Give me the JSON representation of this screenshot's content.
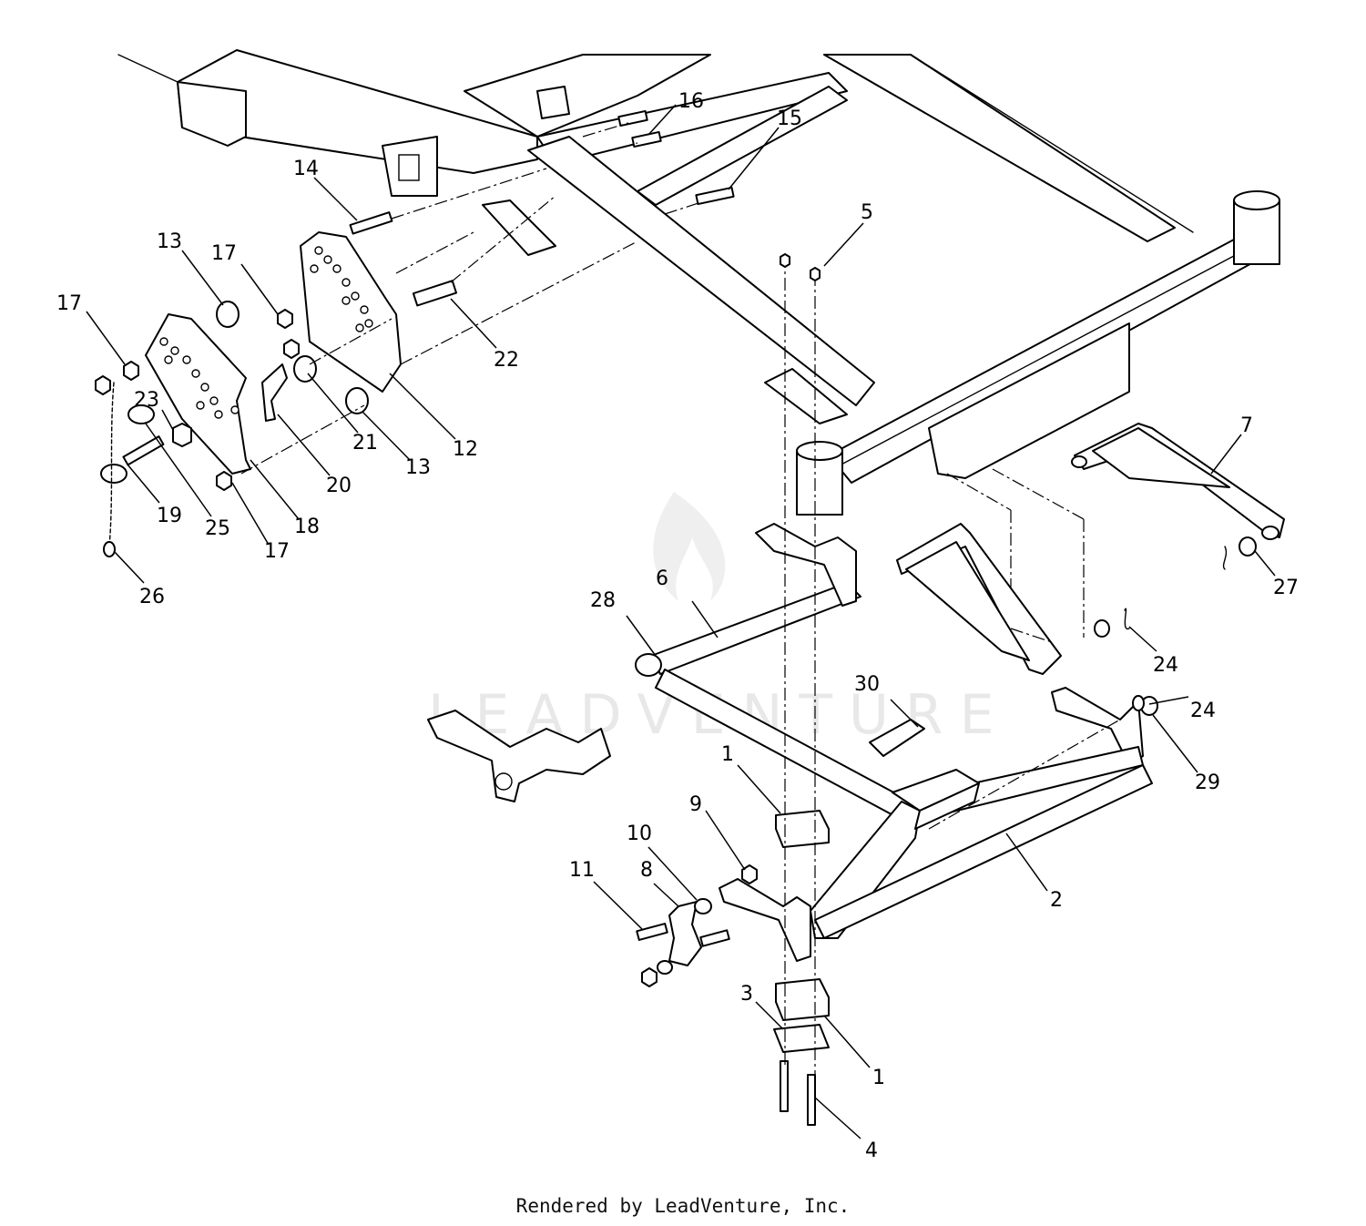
{
  "diagram": {
    "callouts": [
      {
        "id": "c16",
        "label": "16"
      },
      {
        "id": "c15",
        "label": "15"
      },
      {
        "id": "c14",
        "label": "14"
      },
      {
        "id": "c5",
        "label": "5"
      },
      {
        "id": "c13a",
        "label": "13"
      },
      {
        "id": "c17a",
        "label": "17"
      },
      {
        "id": "c17b",
        "label": "17"
      },
      {
        "id": "c22",
        "label": "22"
      },
      {
        "id": "c23",
        "label": "23"
      },
      {
        "id": "c21",
        "label": "21"
      },
      {
        "id": "c12",
        "label": "12"
      },
      {
        "id": "c13b",
        "label": "13"
      },
      {
        "id": "c20",
        "label": "20"
      },
      {
        "id": "c7",
        "label": "7"
      },
      {
        "id": "c19",
        "label": "19"
      },
      {
        "id": "c25",
        "label": "25"
      },
      {
        "id": "c18",
        "label": "18"
      },
      {
        "id": "c17c",
        "label": "17"
      },
      {
        "id": "c26",
        "label": "26"
      },
      {
        "id": "c6",
        "label": "6"
      },
      {
        "id": "c28",
        "label": "28"
      },
      {
        "id": "c27",
        "label": "27"
      },
      {
        "id": "c24a",
        "label": "24"
      },
      {
        "id": "c30",
        "label": "30"
      },
      {
        "id": "c24b",
        "label": "24"
      },
      {
        "id": "c29",
        "label": "29"
      },
      {
        "id": "c1a",
        "label": "1"
      },
      {
        "id": "c9",
        "label": "9"
      },
      {
        "id": "c10",
        "label": "10"
      },
      {
        "id": "c11",
        "label": "11"
      },
      {
        "id": "c8",
        "label": "8"
      },
      {
        "id": "c2",
        "label": "2"
      },
      {
        "id": "c3",
        "label": "3"
      },
      {
        "id": "c1b",
        "label": "1"
      },
      {
        "id": "c4",
        "label": "4"
      }
    ],
    "watermark": "LEADVENTURE",
    "footer": "Rendered by LeadVenture, Inc."
  }
}
